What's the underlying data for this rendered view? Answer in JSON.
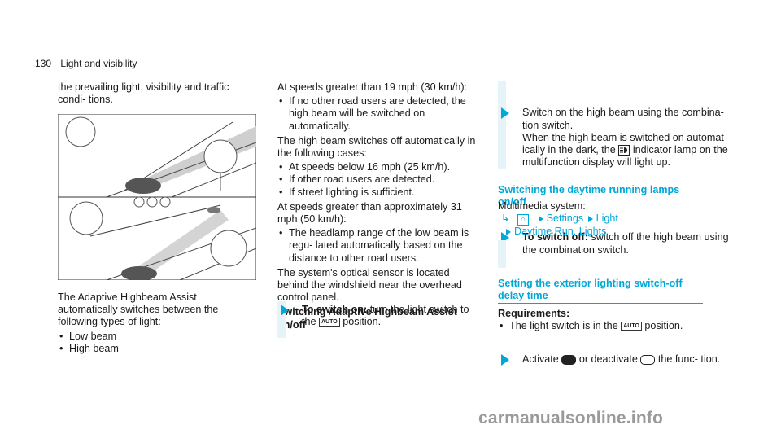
{
  "header": {
    "page": "130",
    "title": "Light and visibility"
  },
  "col1": {
    "intro": "the prevailing light, visibility and traffic condi- tions.",
    "caption": "The Adaptive Highbeam Assist automatically switches between the following types of light:",
    "bullets": [
      "Low beam",
      "High beam"
    ]
  },
  "col2": {
    "p1": "At speeds greater than 19 mph (30 km/h):",
    "b1": "If no other road users are detected, the high beam will be switched on automatically.",
    "p2": "The high beam switches off automatically in the following cases:",
    "b2": [
      "At speeds below 16 mph (25 km/h).",
      "If other road users are detected.",
      "If street lighting is sufficient."
    ],
    "p3": "At speeds greater than approximately 31 mph (50 km/h):",
    "b3": "The headlamp range of the low beam is regu- lated automatically based on the distance to other road users.",
    "p4": "The system's optical sensor is located behind the windshield near the overhead control panel.",
    "heading": "Switching Adaptive Highbeam Assist on/off",
    "step_lead": "To switch on:",
    "step_a": " turn the light switch to",
    "step_b": "the",
    "step_c": "position.",
    "auto": "AUTO"
  },
  "col3": {
    "s1": "Switch on the high beam using the combina- tion switch.",
    "s1b": "When the high beam is switched on automat- ically in the dark, the",
    "s1c": "indicator lamp on the multifunction display will light up.",
    "s2_lead": "To switch off:",
    "s2": " switch off the high beam using the combination switch.",
    "heading2": "Switching the daytime running lamps on/off",
    "mm_label": "Multimedia system:",
    "mm_path": [
      "Settings",
      "Light",
      "Daytime Run. Lights"
    ],
    "activate_a": "Activate",
    "activate_b": "or deactivate",
    "activate_c": "the func- tion.",
    "heading3": "Setting the exterior lighting switch-off delay time",
    "req": "Requirements:",
    "req_b": "The light switch is in the",
    "req_c": "position.",
    "auto": "AUTO"
  },
  "watermark": "carmanualsonline.info"
}
